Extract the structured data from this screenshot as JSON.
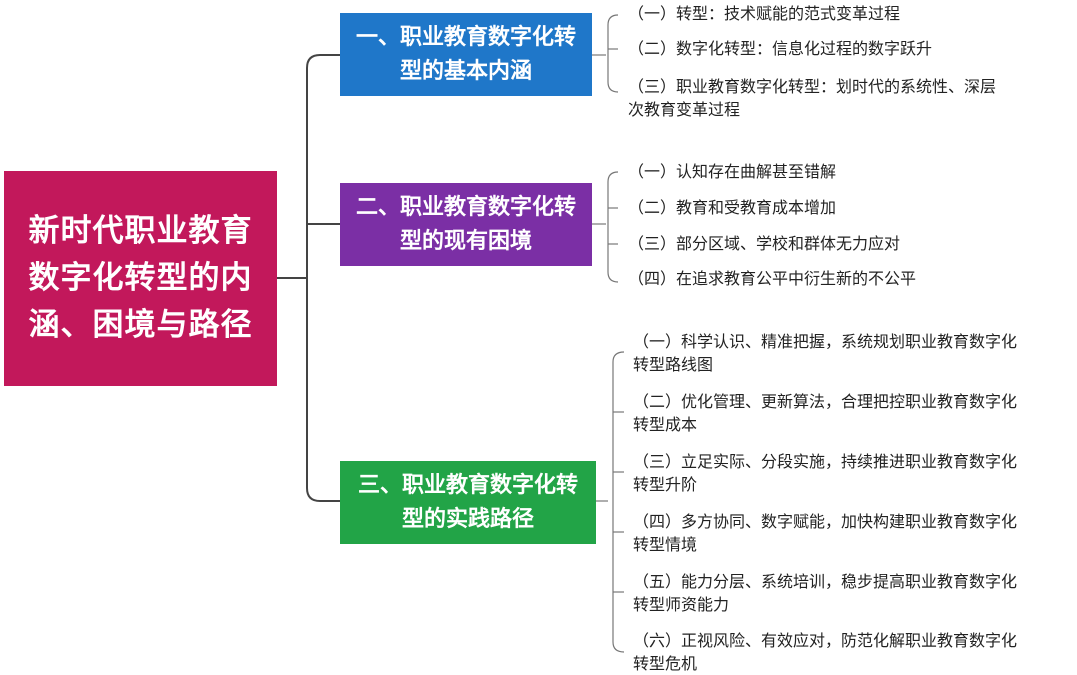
{
  "root": {
    "title": "新时代职业教育数字化转型的内涵、困境与路径"
  },
  "branches": [
    {
      "title": "一、职业教育数字化转型的基本内涵",
      "color": "#1f77c9",
      "items": [
        [
          "（一）转型：技术赋能的范式变革过程"
        ],
        [
          "（二）数字化转型：信息化过程的数字跃升"
        ],
        [
          "（三）职业教育数字化转型：划时代的系统性、深层",
          "次教育变革过程"
        ]
      ]
    },
    {
      "title": "二、职业教育数字化转型的现有困境",
      "color": "#7b2fa5",
      "items": [
        [
          "（一）认知存在曲解甚至错解"
        ],
        [
          "（二）教育和受教育成本增加"
        ],
        [
          "（三）部分区域、学校和群体无力应对"
        ],
        [
          "（四）在追求教育公平中衍生新的不公平"
        ]
      ]
    },
    {
      "title": "三、职业教育数字化转型的实践路径",
      "color": "#22a447",
      "items": [
        [
          "（一）科学认识、精准把握，系统规划职业教育数字化",
          "转型路线图"
        ],
        [
          "（二）优化管理、更新算法，合理把控职业教育数字化",
          "转型成本"
        ],
        [
          "（三）立足实际、分段实施，持续推进职业教育数字化",
          "转型升阶"
        ],
        [
          "（四）多方协同、数字赋能，加快构建职业教育数字化",
          "转型情境"
        ],
        [
          "（五）能力分层、系统培训，稳步提高职业教育数字化",
          "转型师资能力"
        ],
        [
          "（六）正视风险、有效应对，防范化解职业教育数字化",
          "转型危机"
        ]
      ]
    }
  ]
}
